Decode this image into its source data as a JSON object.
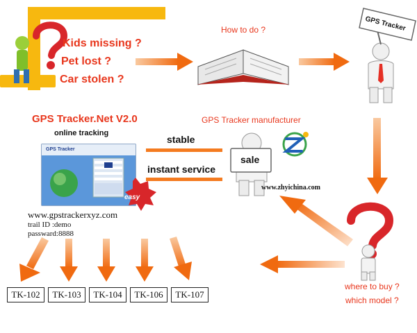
{
  "top_left": {
    "lines": [
      "Kids missing ?",
      "Pet lost ?",
      "Car stolen ?"
    ]
  },
  "how_to_do": "How to do ?",
  "sign_label": "GPS Tracker",
  "software": {
    "title": "GPS Tracker.Net V2.0",
    "subtitle": "online tracking",
    "window_title": "GPS Tracker",
    "site": "www.gpstrackerxyz.com",
    "trail_id": "trail ID :demo",
    "password": "passward:8888",
    "easy_badge": "easy"
  },
  "manufacturer": {
    "heading": "GPS Tracker manufacturer",
    "stable": "stable",
    "instant": "instant service",
    "sale_sign": "sale",
    "website": "www.zhyichina.com"
  },
  "where": {
    "line1": "where to buy ?",
    "line2": "which model ?"
  },
  "models": [
    "TK-102",
    "TK-103",
    "TK-104",
    "TK-106",
    "TK-107"
  ],
  "colors": {
    "accent": "#f47b20",
    "text_red": "#e8361c"
  }
}
